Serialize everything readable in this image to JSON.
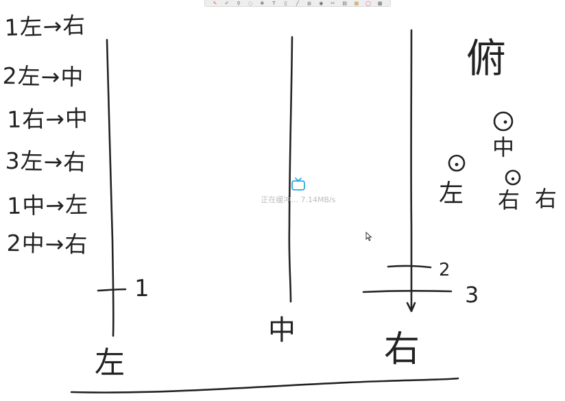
{
  "toolbar": {
    "tools": [
      {
        "icon": "pen-icon",
        "glyph": "✎"
      },
      {
        "icon": "marker-icon",
        "glyph": "✐"
      },
      {
        "icon": "zoom-icon",
        "glyph": "⚲"
      },
      {
        "icon": "lasso-icon",
        "glyph": "◌"
      },
      {
        "icon": "move-icon",
        "glyph": "✥"
      },
      {
        "icon": "text-icon",
        "glyph": "T"
      },
      {
        "icon": "eraser-icon",
        "glyph": "▯"
      },
      {
        "icon": "line-icon",
        "glyph": "╱"
      },
      {
        "icon": "shape-icon",
        "glyph": "◍"
      },
      {
        "icon": "pointer-icon",
        "glyph": "◉"
      },
      {
        "icon": "scissors-icon",
        "glyph": "✂"
      },
      {
        "icon": "page-icon",
        "glyph": "▤"
      },
      {
        "icon": "image-icon",
        "glyph": "▦"
      },
      {
        "icon": "color-wheel-icon",
        "glyph": "◯"
      },
      {
        "icon": "grid-icon",
        "glyph": "▩"
      }
    ]
  },
  "steps": [
    "1左→右",
    "2左→中",
    "1右→中",
    "3左→右",
    "1中→左",
    "2中→右"
  ],
  "view": {
    "title": "俯",
    "ring_1_label": "中",
    "ring_2_label": "左",
    "ring_3_left_label": "右",
    "ring_3_right_label": "右"
  },
  "pegs": {
    "labels": [
      "左",
      "中",
      "右"
    ],
    "disk_numbers": [
      "1",
      "2",
      "3"
    ]
  },
  "overlay": {
    "buffering_text": "正在缓冲... 7.14MB/s"
  }
}
